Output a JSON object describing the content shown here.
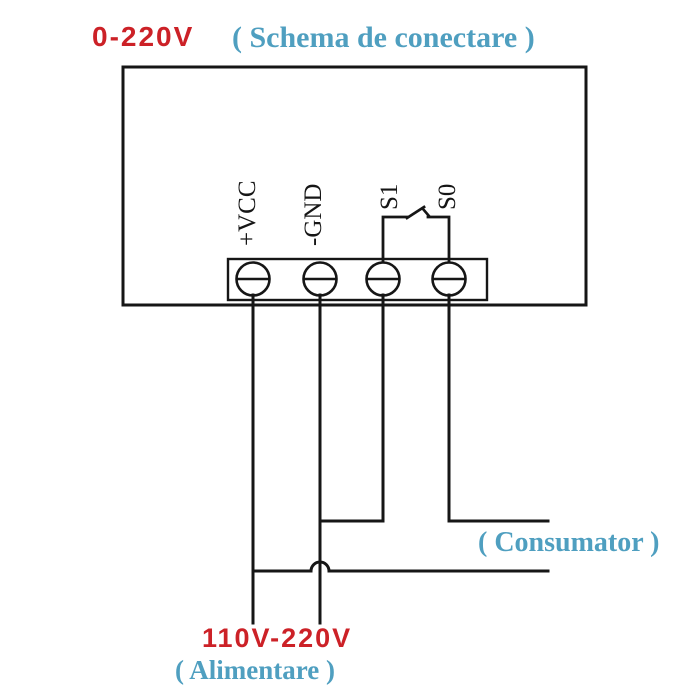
{
  "header": {
    "range_label": "0-220V",
    "title": "( Schema de conectare )"
  },
  "device": {
    "terminals": [
      {
        "label": "+VCC"
      },
      {
        "label": "-GND"
      },
      {
        "label": "S1"
      },
      {
        "label": "S0"
      }
    ],
    "switch": "internal-relay-contact-between-S1-and-S0"
  },
  "load": {
    "label": "( Consumator )"
  },
  "supply": {
    "voltage": "110V-220V",
    "label": "( Alimentare )"
  },
  "icons": {
    "screw_terminal": "circle-with-slot-icon",
    "wire_jump": "semicircle-hop-no-connection"
  },
  "colors": {
    "accent_red": "#cc2127",
    "accent_blue": "#4f9fc0",
    "line": "#161616",
    "background": "#ffffff"
  }
}
